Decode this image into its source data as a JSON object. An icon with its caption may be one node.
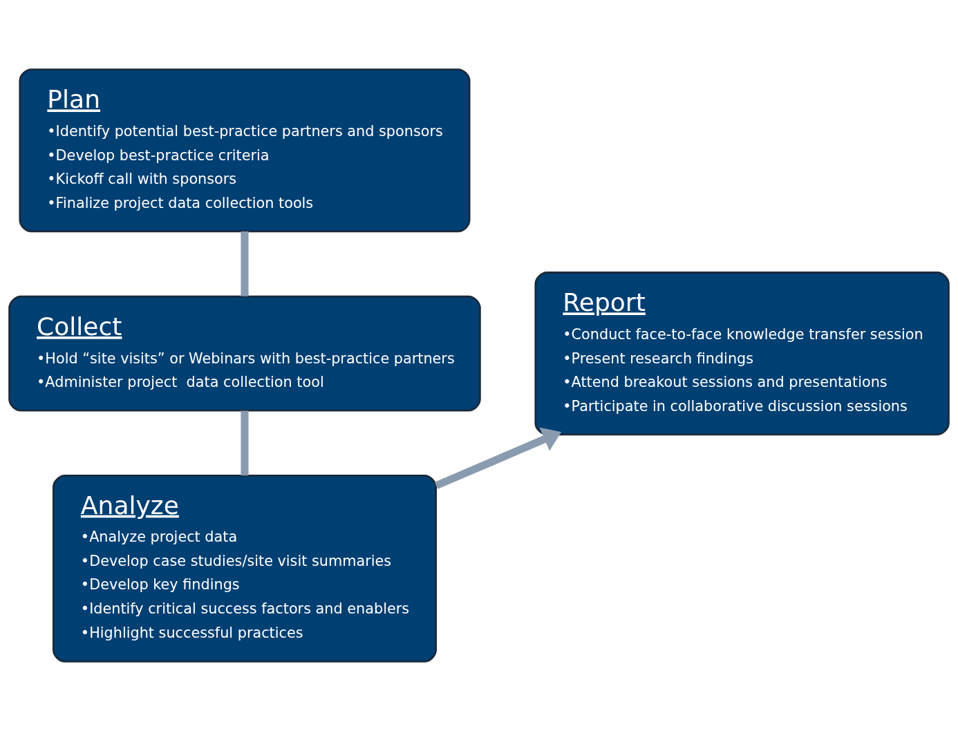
{
  "diagram": {
    "nodes": [
      {
        "text": [
          "Plan",
          "•Identify potential best-practice partners and sponsors",
          "•Develop best-practice criteria",
          "•Kickoff call with sponsors",
          "•Finalize project data collection tools"
        ]
      },
      {
        "text": [
          "Report",
          "•Conduct face-to-face knowledge transfer session",
          "•Present research findings",
          "•Attend breakout sessions and presentations",
          "•Participate in collaborative discussion sessions"
        ]
      },
      {
        "text": [
          "Collect",
          "•Hold “site visits” or Webinars with best-practice partners",
          "•Administer project  data collection tool"
        ]
      },
      {
        "text": [
          "Analyze",
          "•Analyze project data",
          "•Develop case studies/site visit summaries",
          "•Develop key findings",
          "•Identify critical success factors and enablers",
          "•Highlight successful practices"
        ]
      }
    ],
    "edges": [
      {
        "from": 0,
        "to": 2,
        "arrow": "none"
      },
      {
        "from": 2,
        "to": 3,
        "arrow": "none"
      },
      {
        "from": 3,
        "to": 1,
        "arrow": "to"
      }
    ]
  }
}
